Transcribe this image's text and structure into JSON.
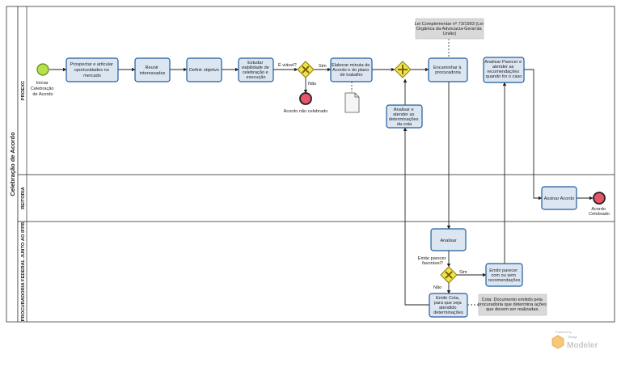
{
  "pool": {
    "title": "Celebração de Acordo"
  },
  "lanes": [
    "PROEXC",
    "REITORIA",
    "PROCURADORIA FEDERAL JUNTO AO IFPB"
  ],
  "events": {
    "start": [
      "Iniciar",
      "Celebração",
      "de Acordo"
    ],
    "end_rejected": "Acordo não celebrado",
    "end_done": [
      "Acordo",
      "Celebrado"
    ]
  },
  "tasks": {
    "prospectar": [
      "Prospectar e articular",
      "oportunidades no",
      "mercado"
    ],
    "reunir": [
      "Reunir",
      "interessados"
    ],
    "definir": [
      "Definir objetivo"
    ],
    "estudar": [
      "Estudar",
      "viabilidade de",
      "celebração e",
      "execução"
    ],
    "elaborar": [
      "Elaborar minuta de",
      "Acordo e do plano",
      "de trabalho"
    ],
    "encaminhar": [
      "Encaminhar à",
      "procuradoria"
    ],
    "analisar_parecer": [
      "Analisar Parecer e",
      "atender as",
      "recomendações",
      "quando for o caso"
    ],
    "analisar_cota": [
      "Analisar e",
      "atender as",
      "determinações",
      "da cota"
    ],
    "assinar": [
      "Assinar Acordo"
    ],
    "analisar": [
      "Analisar"
    ],
    "emitir_parecer": [
      "Emitir parecer",
      "com ou sem",
      "recomendações"
    ],
    "emitir_cota": [
      "Emitir Cota,",
      "para que seja",
      "atendido",
      "determinações"
    ]
  },
  "gateways": {
    "viavel": "É viável?",
    "favoravel": [
      "Emite parecer",
      "favorável?"
    ]
  },
  "flow_labels": {
    "sim1": "Sim",
    "nao1": "Não",
    "sim2": "Sim",
    "nao2": "Não"
  },
  "annotations": {
    "lei": [
      "Lei Complementar nº 73/1993 (Lei",
      "Orgânica da Advocacia-Geral da",
      "União)"
    ],
    "cota": [
      "Cota: Documento emitido pela",
      "procuradoria que determina ações",
      "que devem ser realizadas."
    ]
  },
  "branding": {
    "powered": "Powered by",
    "name": "Bizagi",
    "product": "Modeler"
  },
  "colors": {
    "task_fill": "#dce6f2",
    "task_stroke": "#1f5c99",
    "start": "#b8e04a",
    "end": "#e8546b",
    "gateway": "#f2e24a",
    "annotation": "#d9d9d9"
  }
}
